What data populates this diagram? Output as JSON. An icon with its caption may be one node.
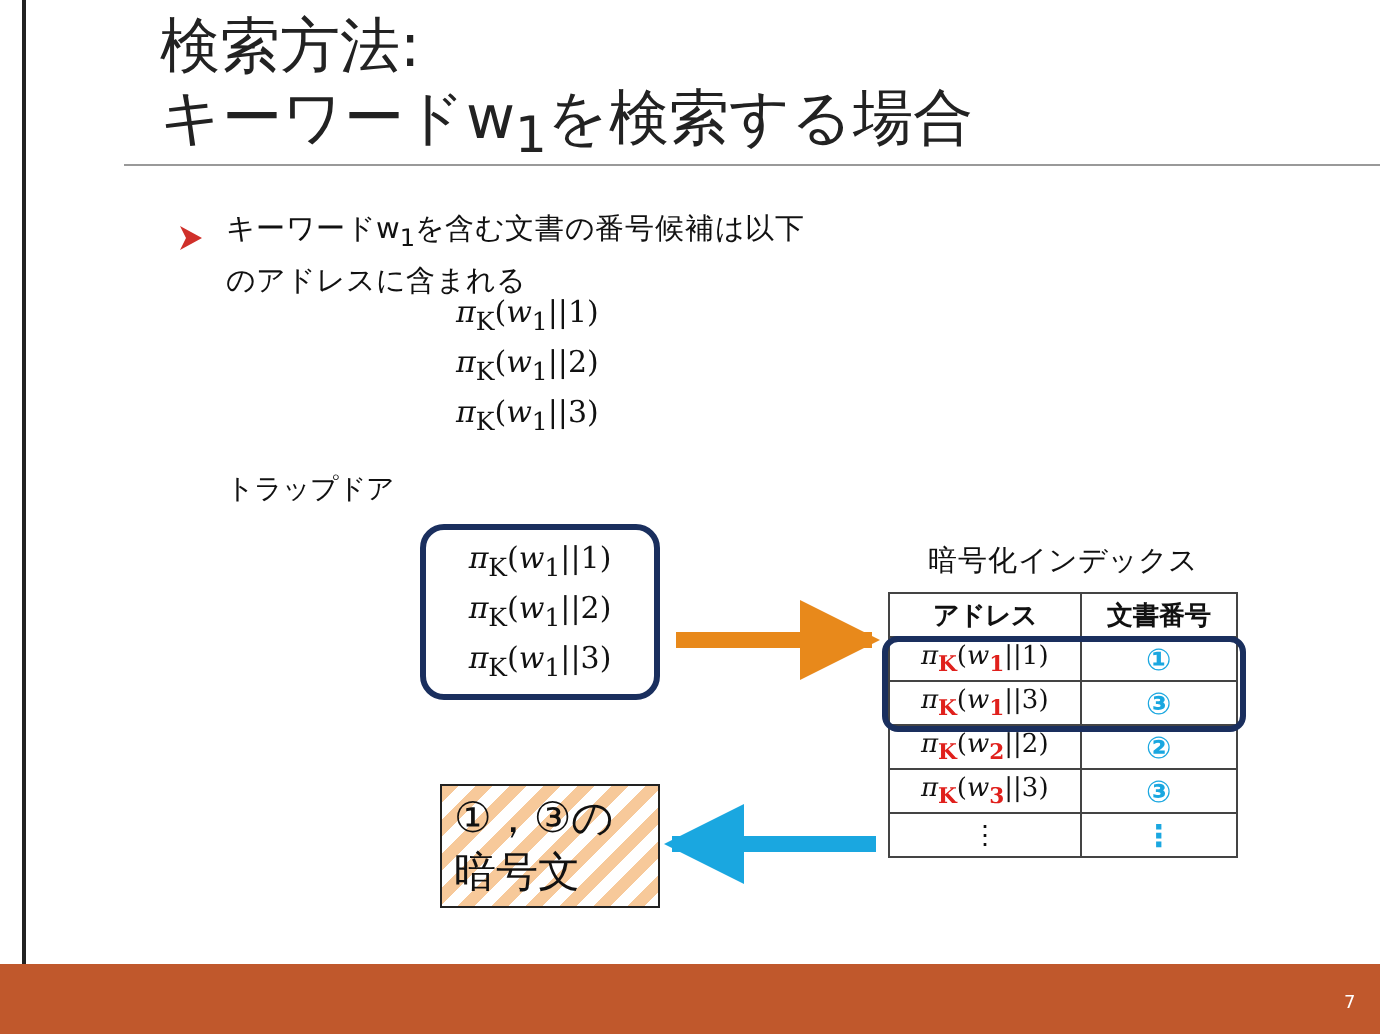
{
  "diagram": {
    "title": "検索方法: キーワードw$_{1}$を検索する場合",
    "nodes": [
      {
        "text": [
          "*π*$_{K}$(*w*$_{1}$||1)",
          "*π*$_{K}$(*w*$_{1}$||2)",
          "*π*$_{K}$(*w*$_{1}$||3)"
        ],
        "beside": [
          "トラップドア"
        ]
      },
      {
        "text": [
          "暗号化インデックス"
        ]
      },
      {
        "text": [
          "①，③の暗号文"
        ]
      }
    ],
    "edges": [
      {
        "from": 0,
        "to": 1,
        "arrow": "to",
        "color": "#e8891b"
      },
      {
        "from": 1,
        "to": 2,
        "arrow": "to",
        "color": "#1aa7e0"
      }
    ],
    "labels": [
      "キーワードw$_{1}$を含む文書の番号候補は以下のアドレスに含まれる",
      "*π*$_{K}$(*w*$_{1}$||1) *π*$_{K}$(*w*$_{1}$||2) *π*$_{K}$(*w*$_{1}$||3)",
      "アドレス",
      "文書番号",
      "*π*$_{K}$(*w*$_{1}$||1)",
      "①",
      "*π*$_{K}$(*w*$_{1}$||3)",
      "③",
      "*π*$_{K}$(*w*$_{2}$||2)",
      "②",
      "*π*$_{K}$(*w*$_{3}$||3)",
      "③",
      "⋮",
      "⋮",
      "7"
    ]
  }
}
